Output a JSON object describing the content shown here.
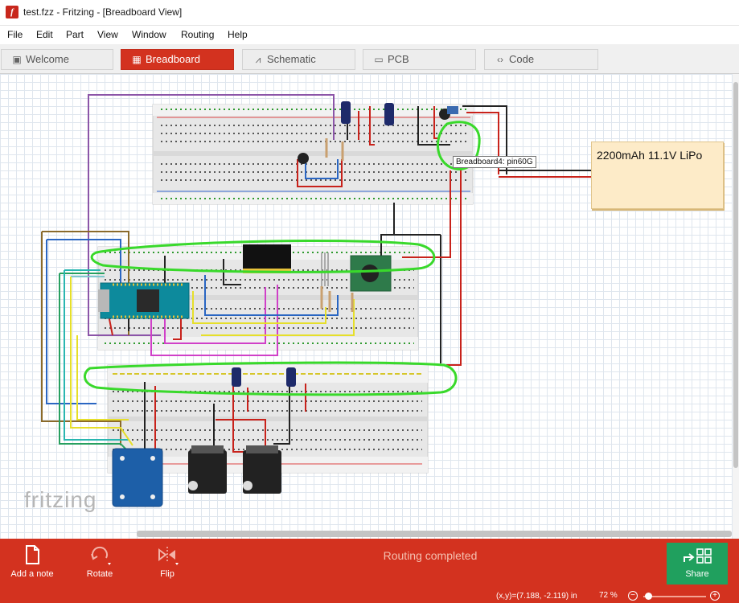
{
  "window": {
    "title": "test.fzz - Fritzing - [Breadboard View]",
    "app_icon": "f"
  },
  "menu": [
    "File",
    "Edit",
    "Part",
    "View",
    "Window",
    "Routing",
    "Help"
  ],
  "tabs": [
    {
      "label": "Welcome",
      "icon": "welcome-icon",
      "glyph": "▣",
      "active": false
    },
    {
      "label": "Breadboard",
      "icon": "breadboard-icon",
      "glyph": "▦",
      "active": true
    },
    {
      "label": "Schematic",
      "icon": "schematic-icon",
      "glyph": "⩘",
      "active": false
    },
    {
      "label": "PCB",
      "icon": "pcb-icon",
      "glyph": "▭",
      "active": false
    },
    {
      "label": "Code",
      "icon": "code-icon",
      "glyph": "‹›",
      "active": false
    }
  ],
  "canvas": {
    "note_text": "2200mAh 11.1V LiPo",
    "tooltip": "Breadboard4: pin60G",
    "logo": "fritzing",
    "colors": {
      "annotation": "#39d92b",
      "wire_red": "#c8221b",
      "wire_black": "#222222",
      "wire_purple": "#8b55a8"
    }
  },
  "toolbar": {
    "add_note": "Add a note",
    "rotate": "Rotate",
    "flip": "Flip",
    "status": "Routing completed",
    "share": "Share"
  },
  "statusbar": {
    "coords": "(x,y)=(7.188, -2.119) in",
    "zoom": "72 %",
    "zoom_out": "−",
    "zoom_in": "+",
    "zoom_level": 0.05
  },
  "colors": {
    "accent": "#d3321f",
    "share": "#20a05e"
  }
}
